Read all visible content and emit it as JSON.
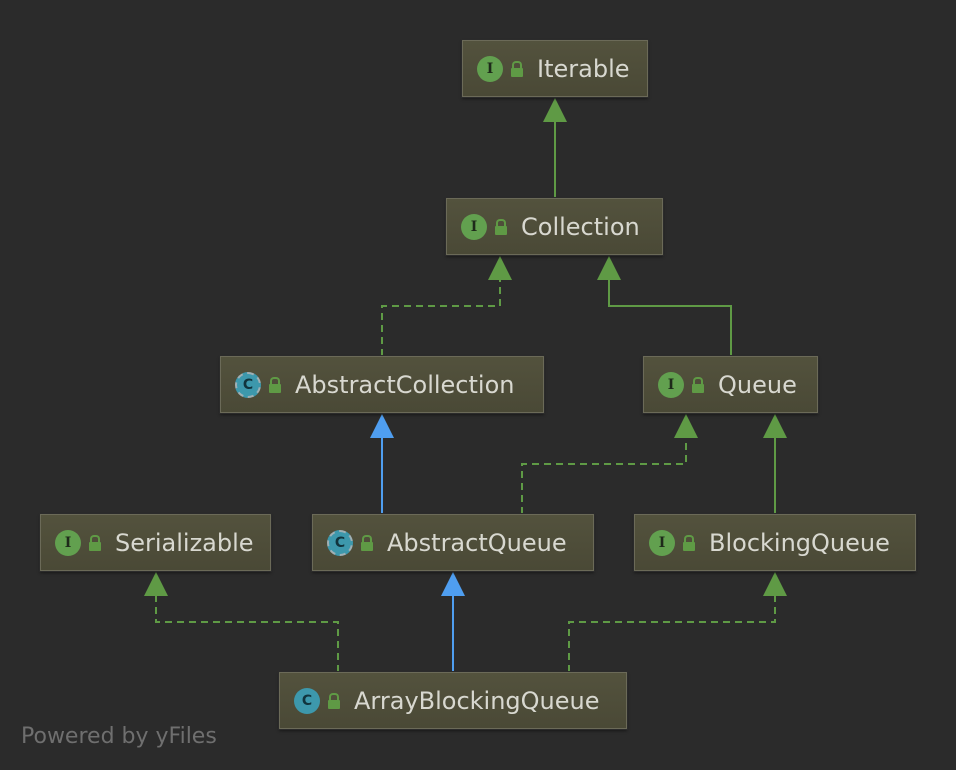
{
  "nodes": [
    {
      "id": "iterable",
      "label": "Iterable",
      "kind": "interface",
      "kind_letter": "I",
      "icon": "interface-icon"
    },
    {
      "id": "collection",
      "label": "Collection",
      "kind": "interface",
      "kind_letter": "I",
      "icon": "interface-icon"
    },
    {
      "id": "abstractcollection",
      "label": "AbstractCollection",
      "kind": "abstract",
      "kind_letter": "C",
      "icon": "abstract-class-icon"
    },
    {
      "id": "queue",
      "label": "Queue",
      "kind": "interface",
      "kind_letter": "I",
      "icon": "interface-icon"
    },
    {
      "id": "serializable",
      "label": "Serializable",
      "kind": "interface",
      "kind_letter": "I",
      "icon": "interface-icon"
    },
    {
      "id": "abstractqueue",
      "label": "AbstractQueue",
      "kind": "abstract",
      "kind_letter": "C",
      "icon": "abstract-class-icon"
    },
    {
      "id": "blockingqueue",
      "label": "BlockingQueue",
      "kind": "interface",
      "kind_letter": "I",
      "icon": "interface-icon"
    },
    {
      "id": "arrayblockingqueue",
      "label": "ArrayBlockingQueue",
      "kind": "class",
      "kind_letter": "C",
      "icon": "class-icon"
    }
  ],
  "edges": [
    {
      "from": "collection",
      "to": "iterable",
      "type": "extends-interface"
    },
    {
      "from": "abstractcollection",
      "to": "collection",
      "type": "implements"
    },
    {
      "from": "queue",
      "to": "collection",
      "type": "extends-interface"
    },
    {
      "from": "abstractqueue",
      "to": "abstractcollection",
      "type": "extends-class"
    },
    {
      "from": "abstractqueue",
      "to": "queue",
      "type": "implements"
    },
    {
      "from": "blockingqueue",
      "to": "queue",
      "type": "extends-interface"
    },
    {
      "from": "arrayblockingqueue",
      "to": "serializable",
      "type": "implements"
    },
    {
      "from": "arrayblockingqueue",
      "to": "abstractqueue",
      "type": "extends-class"
    },
    {
      "from": "arrayblockingqueue",
      "to": "blockingqueue",
      "type": "implements"
    }
  ],
  "colors": {
    "background": "#2b2b2b",
    "node_fill": "#4e4d3a",
    "edge_interface": "#5f9a45",
    "edge_class": "#4f9ef0"
  },
  "footer": "Powered by yFiles"
}
